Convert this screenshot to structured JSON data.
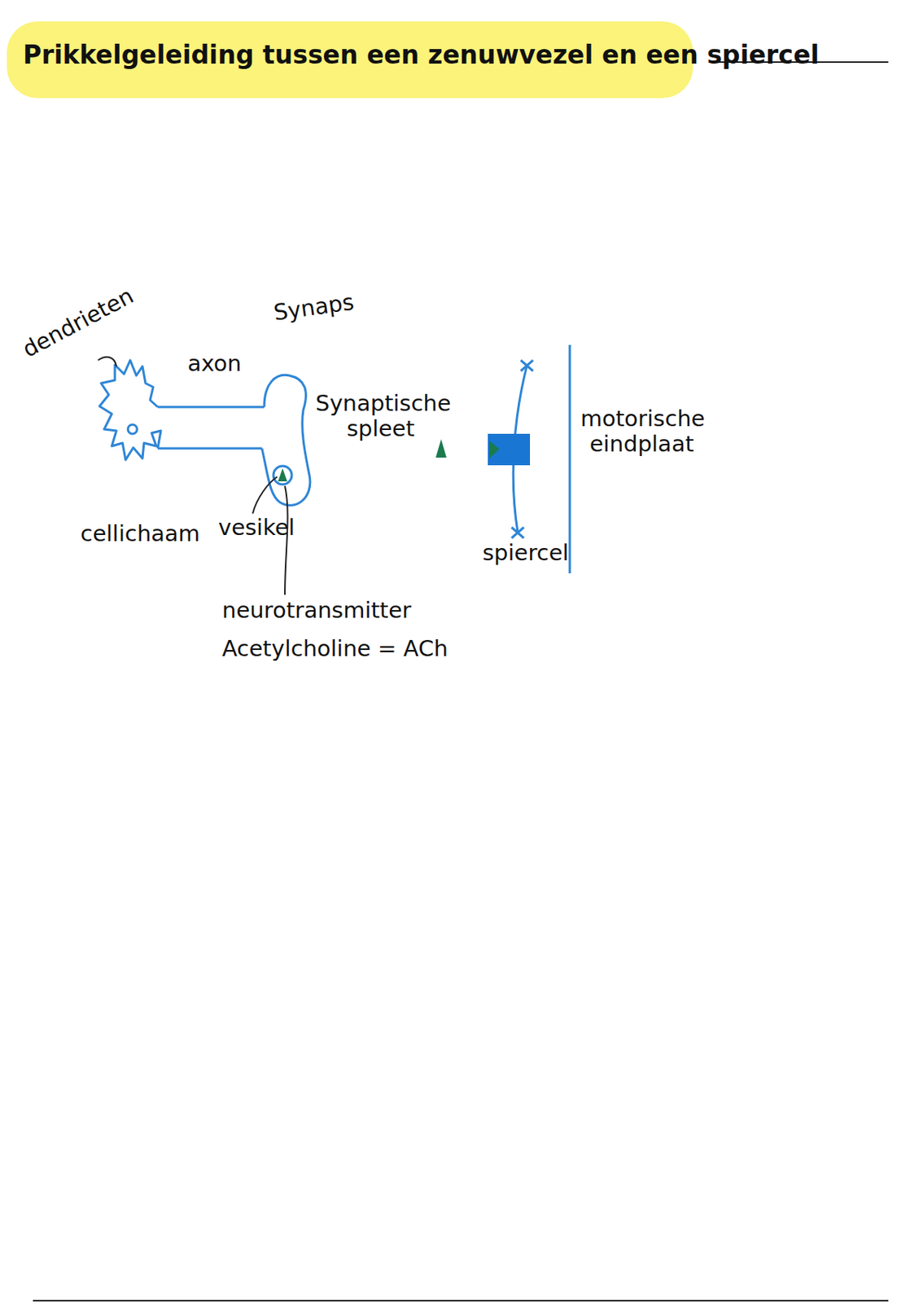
{
  "diagram": {
    "title": "Prikkelgeleiding tussen een zenuwvezel en een spiercel",
    "labels": [
      "dendrieten",
      "axon",
      "Synaps",
      "Synaptische spleet",
      "cellichaam",
      "vesikel",
      "neurotransmitter",
      "Acetylcholine = ACh",
      "spiercel",
      "motorische eindplaat"
    ]
  }
}
